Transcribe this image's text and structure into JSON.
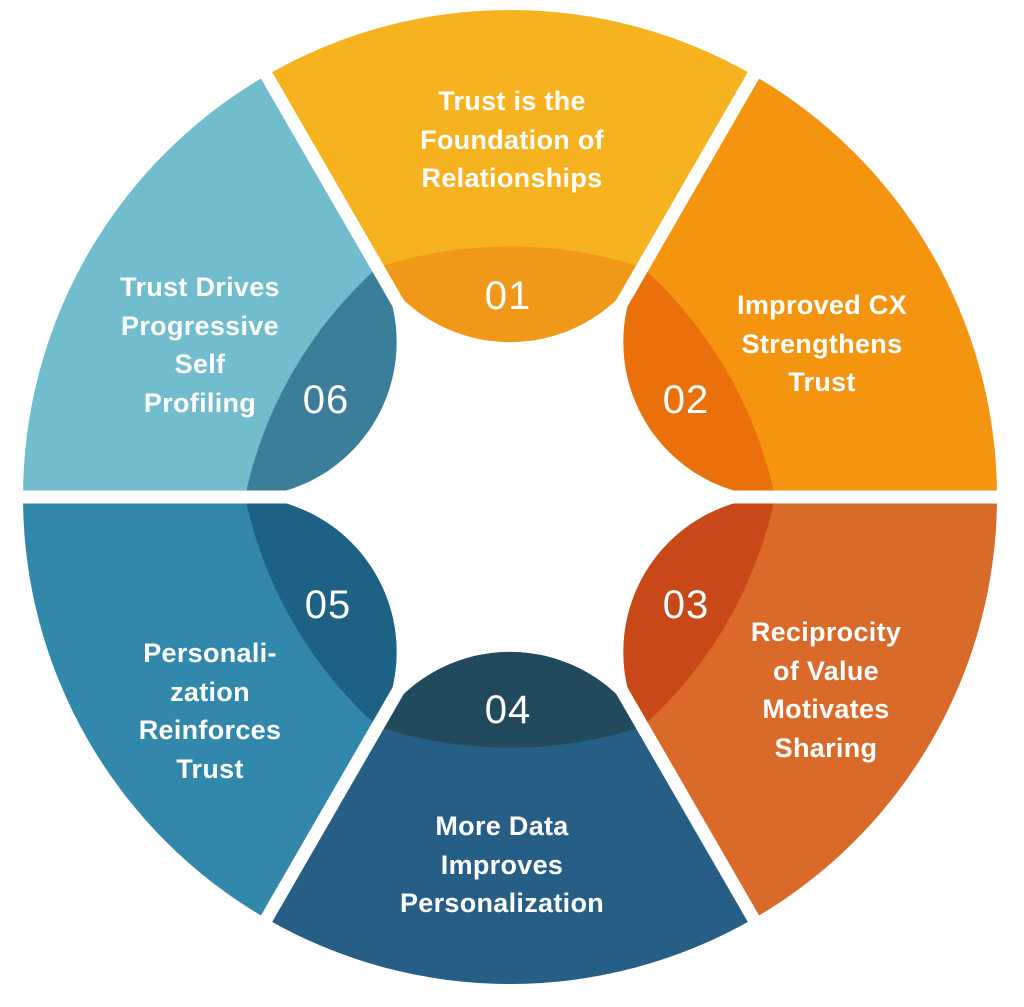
{
  "segments": [
    {
      "number": "01",
      "lines": [
        "Trust is the",
        "Foundation of",
        "Relationships"
      ],
      "light": "#f6b21f",
      "dark": "#f09818"
    },
    {
      "number": "02",
      "lines": [
        "Improved CX",
        "Strengthens",
        "Trust"
      ],
      "light": "#f5950f",
      "dark": "#e9700a"
    },
    {
      "number": "03",
      "lines": [
        "Reciprocity",
        "of Value",
        "Motivates",
        "Sharing"
      ],
      "light": "#da6a2a",
      "dark": "#c84818"
    },
    {
      "number": "04",
      "lines": [
        "More Data",
        "Improves",
        "Personalization"
      ],
      "light": "#265e85",
      "dark": "#214a5c"
    },
    {
      "number": "05",
      "lines": [
        "Personali-",
        "zation",
        "Reinforces",
        "Trust"
      ],
      "light": "#3188ab",
      "dark": "#1d6185"
    },
    {
      "number": "06",
      "lines": [
        "Trust Drives",
        "Progressive",
        "Self",
        "Profiling"
      ],
      "light": "#71bdcd",
      "dark": "#3a7e99"
    }
  ]
}
